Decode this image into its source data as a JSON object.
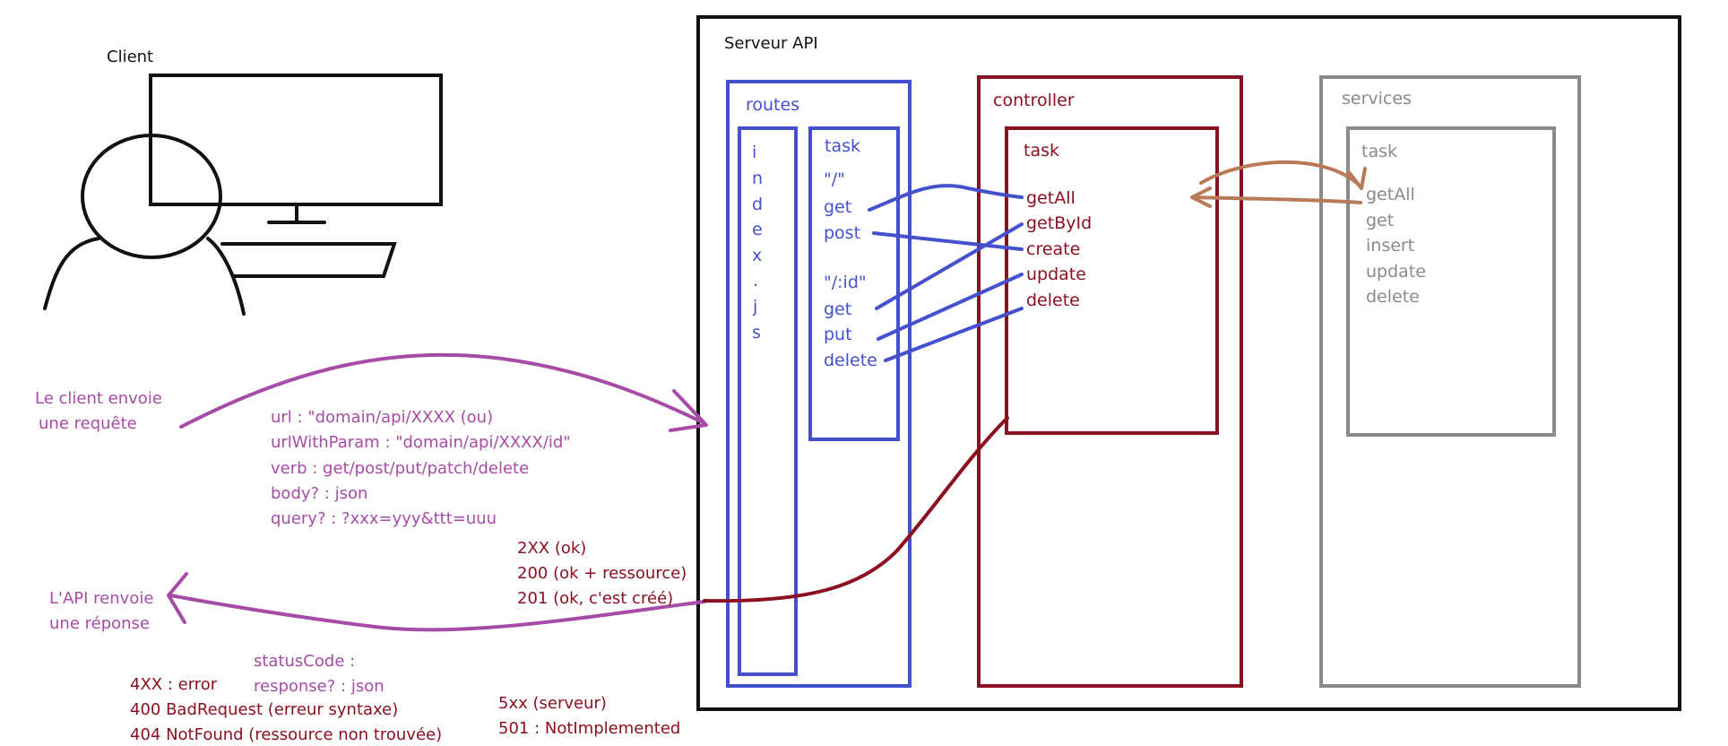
{
  "colors": {
    "blue": "#4450cc",
    "dark_red": "#8b1020",
    "gray": "#8a8a8a",
    "purple": "#a64ca6",
    "brown": "#b97a57",
    "black": "#111111"
  },
  "client": {
    "label": "Client"
  },
  "server": {
    "title": "Serveur API"
  },
  "routes": {
    "title": "routes",
    "index_letters": [
      "i",
      "n",
      "d",
      "e",
      "x",
      ".",
      "j",
      "s"
    ],
    "task": {
      "title": "task",
      "root_path": "\"/\"",
      "root_verbs": [
        "get",
        "post"
      ],
      "id_path": "\"/:id\"",
      "id_verbs": [
        "get",
        "put",
        "delete"
      ]
    }
  },
  "controller": {
    "title": "controller",
    "task": {
      "title": "task",
      "methods": [
        "getAll",
        "getById",
        "create",
        "update",
        "delete"
      ]
    }
  },
  "services": {
    "title": "services",
    "task": {
      "title": "task",
      "methods": [
        "getAll",
        "get",
        "insert",
        "update",
        "delete"
      ]
    }
  },
  "request": {
    "label_line1": "Le client envoie",
    "label_line2": "une requête",
    "details": [
      "url : \"domain/api/XXXX  (ou)",
      "urlWithParam : \"domain/api/XXXX/id\"",
      "verb :  get/post/put/patch/delete",
      "body? : json",
      "query? :  ?xxx=yyy&ttt=uuu"
    ]
  },
  "response": {
    "label_line1": "L'API renvoie",
    "label_line2": "une réponse",
    "fields": [
      "statusCode :",
      "response? : json"
    ],
    "success_codes": [
      "2XX (ok)",
      "200 (ok + ressource)",
      "201 (ok, c'est créé)"
    ],
    "client_error_codes": [
      "4XX : error",
      "400 BadRequest (erreur syntaxe)",
      "404 NotFound (ressource non trouvée)"
    ],
    "server_error_codes": [
      "5xx (serveur)",
      "501 : NotImplemented"
    ]
  }
}
